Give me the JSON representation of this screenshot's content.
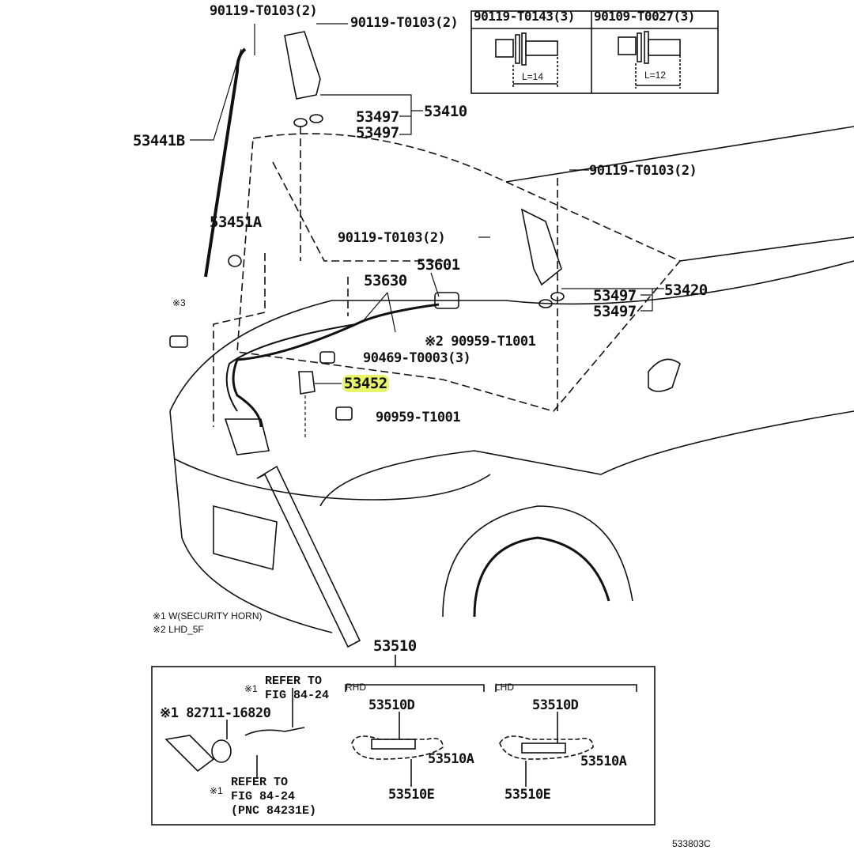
{
  "fastener_table": [
    {
      "part": "90119-T0143(3)",
      "length": "L=14"
    },
    {
      "part": "90109-T0027(3)",
      "length": "L=12"
    }
  ],
  "callouts": {
    "bolt_top_left": "90119-T0103(2)",
    "bolt_top_hinge": "90119-T0103(2)",
    "hinge_left": "53410",
    "hinge_left_shim_1": "53497",
    "hinge_left_shim_2": "53497",
    "hood_support_rod": "53441B",
    "bolt_right": "90119-T0103(2)",
    "rod_holder": "53451A",
    "bolt_center": "90119-T0103(2)",
    "lock_release": "53601",
    "release_cable": "53630",
    "hinge_right": "53420",
    "hinge_right_shim_1": "53497",
    "hinge_right_shim_2": "53497",
    "mark_3": "※3",
    "clamp_lhd": "※2 90959-T1001",
    "clip": "90469-T0003(3)",
    "highlighted_part": "53452",
    "clamp": "90959-T1001",
    "hood_lock": "53510"
  },
  "notes": [
    "※1 W(SECURITY HORN)",
    "※2 LHD_5F"
  ],
  "inset": {
    "refer_top": "REFER TO\nFIG 84-24",
    "refer_top_mark": "※1",
    "switch_part": "※1 82711-16820",
    "refer_bottom_mark": "※1",
    "refer_bottom": "REFER TO\nFIG 84-24\n(PNC 84231E)",
    "rhd_label": "RHD",
    "lhd_label": "LHD",
    "rhd_parts": {
      "d": "53510D",
      "a": "53510A",
      "e": "53510E"
    },
    "lhd_parts": {
      "d": "53510D",
      "a": "53510A",
      "e": "53510E"
    }
  },
  "figure_code": "533803C",
  "highlight_color": "#e8f56a"
}
